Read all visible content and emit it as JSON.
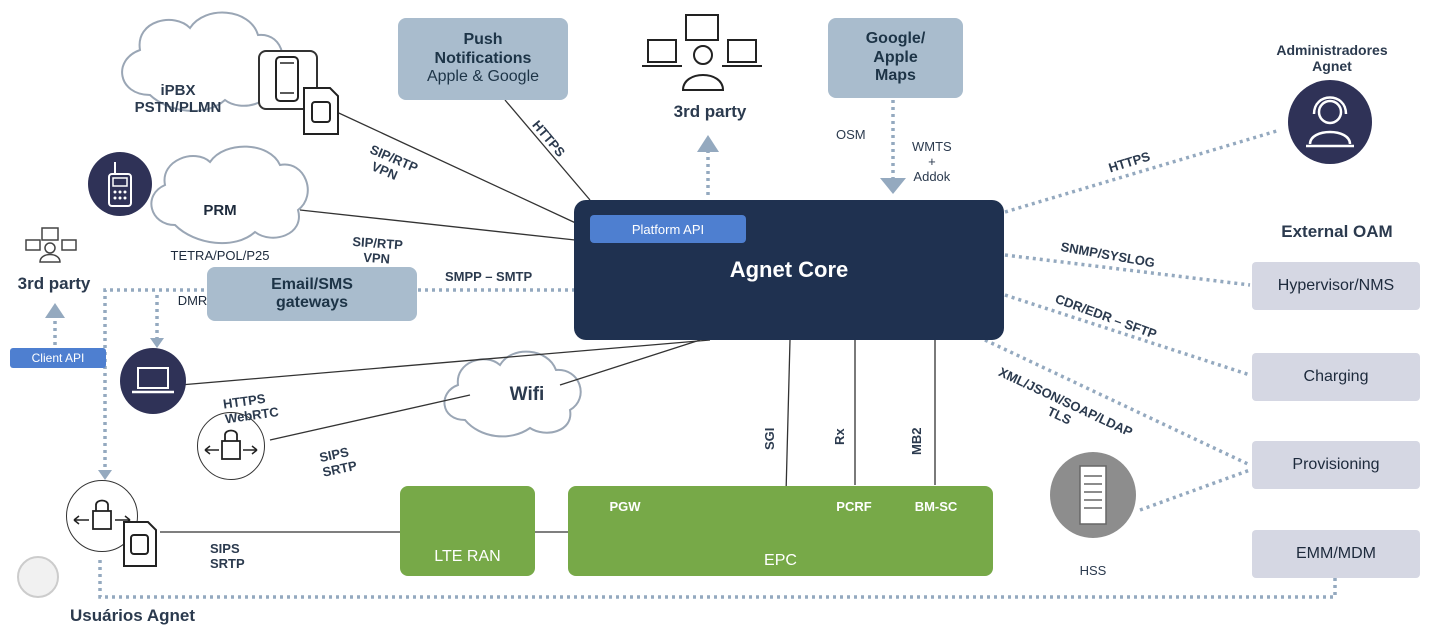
{
  "core": {
    "title": "Agnet Core",
    "platform_api": "Platform API"
  },
  "ipbx": {
    "line1": "iPBX",
    "line2": "PSTN/PLMN"
  },
  "prm": {
    "title": "PRM",
    "line2": "TETRA/POL/P25",
    "line3": "DMR/Analog..."
  },
  "push": {
    "line1": "Push",
    "line2": "Notifications",
    "line3": "Apple & Google"
  },
  "maps": {
    "line1": "Google/",
    "line2": "Apple",
    "line3": "Maps"
  },
  "third_party_top": "3rd party",
  "third_party_left": "3rd party",
  "client_api": "Client API",
  "email": {
    "line1": "Email/SMS",
    "line2": "gateways"
  },
  "wifi": "Wifi",
  "lte_ran": "LTE RAN",
  "epc": {
    "title": "EPC",
    "pgw": "PGW",
    "pcrf": "PCRF",
    "bmsc": "BM-SC"
  },
  "admins": {
    "line1": "Administradores",
    "line2": "Agnet"
  },
  "external_oam": "External OAM",
  "oam_boxes": {
    "hypervisor": "Hypervisor/NMS",
    "charging": "Charging",
    "provisioning": "Provisioning",
    "emm": "EMM/MDM"
  },
  "hss": "HSS",
  "users": "Usuários Agnet",
  "links": {
    "sip_rtp_vpn_1a": "SIP/RTP",
    "sip_rtp_vpn_1b": "VPN",
    "sip_rtp_vpn_2a": "SIP/RTP",
    "sip_rtp_vpn_2b": "VPN",
    "https_push": "HTTPS",
    "osm": "OSM",
    "wmts_a": "WMTS",
    "wmts_b": "+",
    "wmts_c": "Addok",
    "https_admin": "HTTPS",
    "smpp": "SMPP – SMTP",
    "https_web_a": "HTTPS",
    "https_web_b": "WebRTC",
    "sips1_a": "SIPS",
    "sips1_b": "SRTP",
    "sips2_a": "SIPS",
    "sips2_b": "SRTP",
    "sgi": "SGI",
    "rx": "Rx",
    "mb2": "MB2",
    "snmp": "SNMP/SYSLOG",
    "cdr": "CDR/EDR – SFTP",
    "xml_a": "XML/JSON/SOAP/LDAP",
    "xml_b": "TLS"
  },
  "colors": {
    "core": "#1f3150",
    "platform_api": "#4e7fd0",
    "green": "#77a948",
    "blue_box": "#a9bccd",
    "oam_box": "#d5d7e3",
    "dark_circle": "#2f3257",
    "dotted": "#94a9bf"
  }
}
